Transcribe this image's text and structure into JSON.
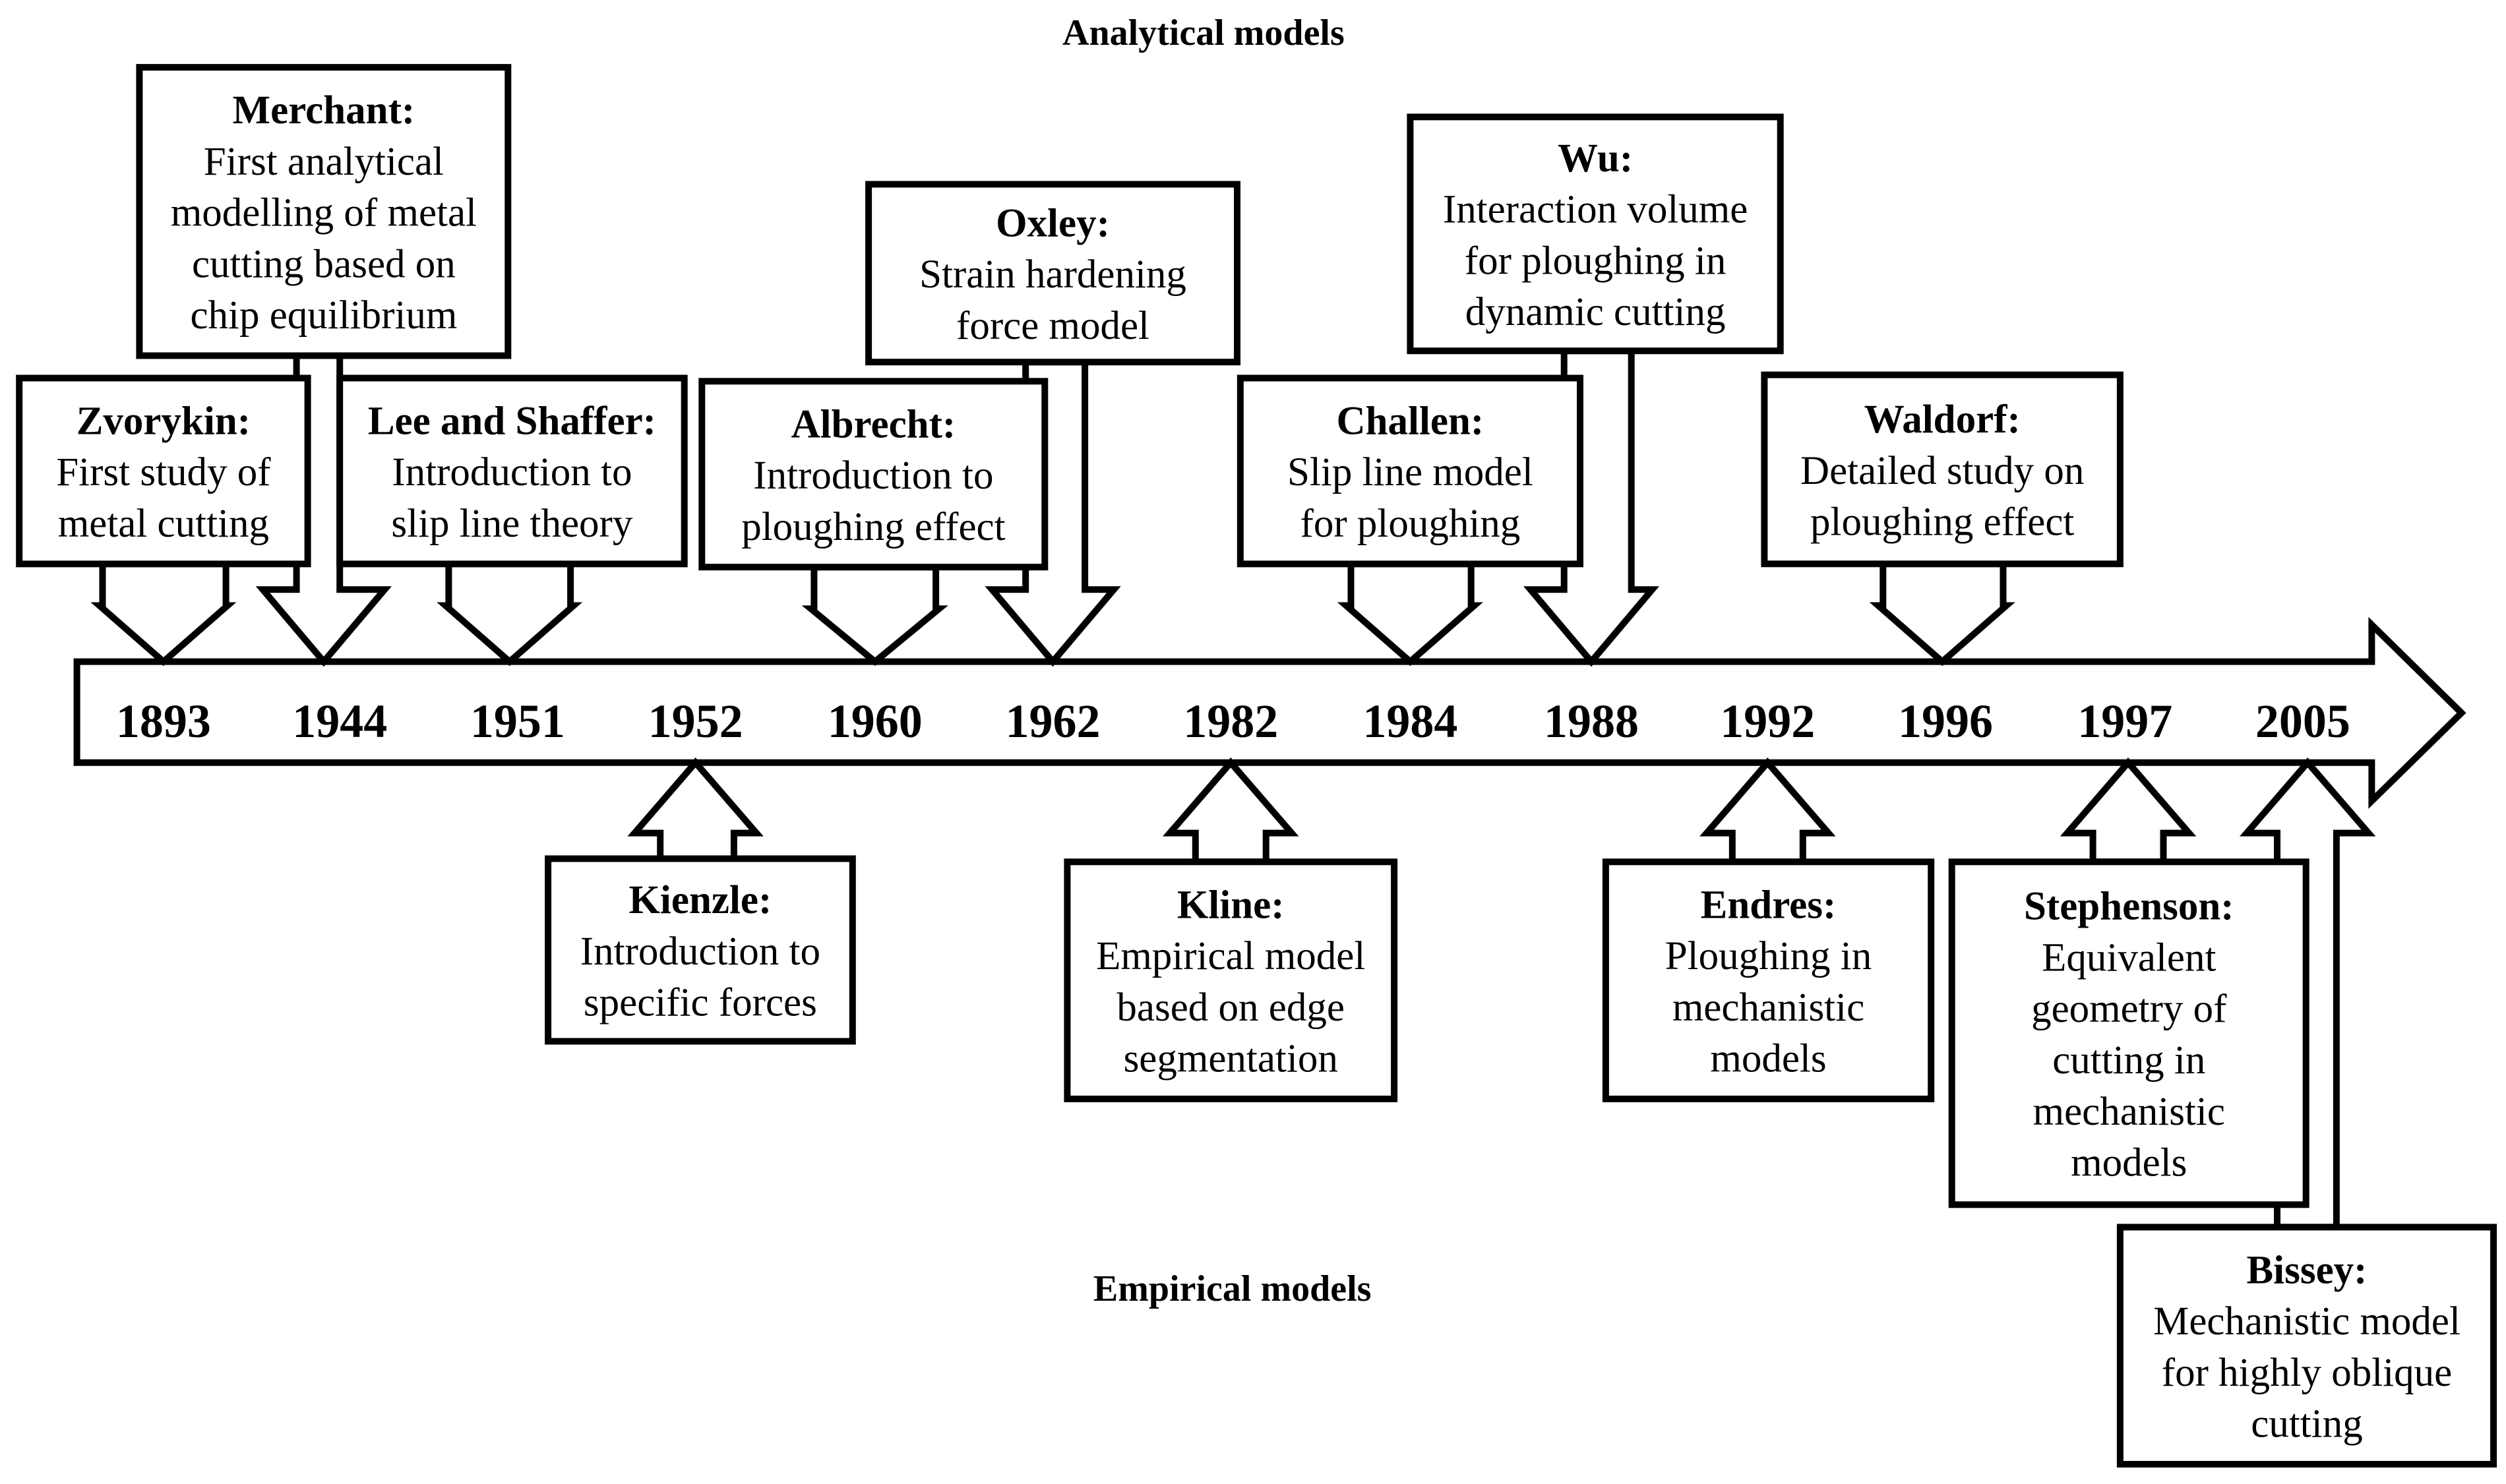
{
  "sections": {
    "top": "Analytical models",
    "bottom": "Empirical models"
  },
  "years": [
    "1893",
    "1944",
    "1951",
    "1952",
    "1960",
    "1962",
    "1982",
    "1984",
    "1988",
    "1992",
    "1996",
    "1997",
    "2005"
  ],
  "events": [
    {
      "id": "zvorykin",
      "group": "analytical",
      "year": "1893",
      "title": "Zvorykin:",
      "lines": [
        "First study of",
        "metal cutting"
      ]
    },
    {
      "id": "merchant",
      "group": "analytical",
      "year": "1944",
      "title": "Merchant:",
      "lines": [
        "First analytical",
        "modelling of metal",
        "cutting based on",
        "chip equilibrium"
      ]
    },
    {
      "id": "lee-shaffer",
      "group": "analytical",
      "year": "1951",
      "title": "Lee and Shaffer:",
      "lines": [
        "Introduction to",
        "slip line theory"
      ]
    },
    {
      "id": "albrecht",
      "group": "analytical",
      "year": "1960",
      "title": "Albrecht:",
      "lines": [
        "Introduction to",
        "ploughing effect"
      ]
    },
    {
      "id": "oxley",
      "group": "analytical",
      "year": "1962",
      "title": "Oxley:",
      "lines": [
        "Strain hardening",
        "force model"
      ]
    },
    {
      "id": "challen",
      "group": "analytical",
      "year": "1984",
      "title": "Challen:",
      "lines": [
        "Slip line model",
        "for ploughing"
      ]
    },
    {
      "id": "wu",
      "group": "analytical",
      "year": "1988",
      "title": "Wu:",
      "lines": [
        "Interaction volume",
        "for ploughing in",
        "dynamic cutting"
      ]
    },
    {
      "id": "waldorf",
      "group": "analytical",
      "year": "1996",
      "title": "Waldorf:",
      "lines": [
        "Detailed study on",
        "ploughing effect"
      ]
    },
    {
      "id": "kienzle",
      "group": "empirical",
      "year": "1952",
      "title": "Kienzle:",
      "lines": [
        "Introduction to",
        "specific forces"
      ]
    },
    {
      "id": "kline",
      "group": "empirical",
      "year": "1982",
      "title": "Kline:",
      "lines": [
        "Empirical model",
        "based on edge",
        "segmentation"
      ]
    },
    {
      "id": "endres",
      "group": "empirical",
      "year": "1992",
      "title": "Endres:",
      "lines": [
        "Ploughing in",
        "mechanistic",
        "models"
      ]
    },
    {
      "id": "stephenson",
      "group": "empirical",
      "year": "1997",
      "title": "Stephenson:",
      "lines": [
        "Equivalent",
        "geometry of",
        "cutting in",
        "mechanistic",
        "models"
      ]
    },
    {
      "id": "bissey",
      "group": "empirical",
      "year": "2005",
      "title": "Bissey:",
      "lines": [
        "Mechanistic model",
        "for highly oblique",
        "cutting"
      ]
    }
  ]
}
